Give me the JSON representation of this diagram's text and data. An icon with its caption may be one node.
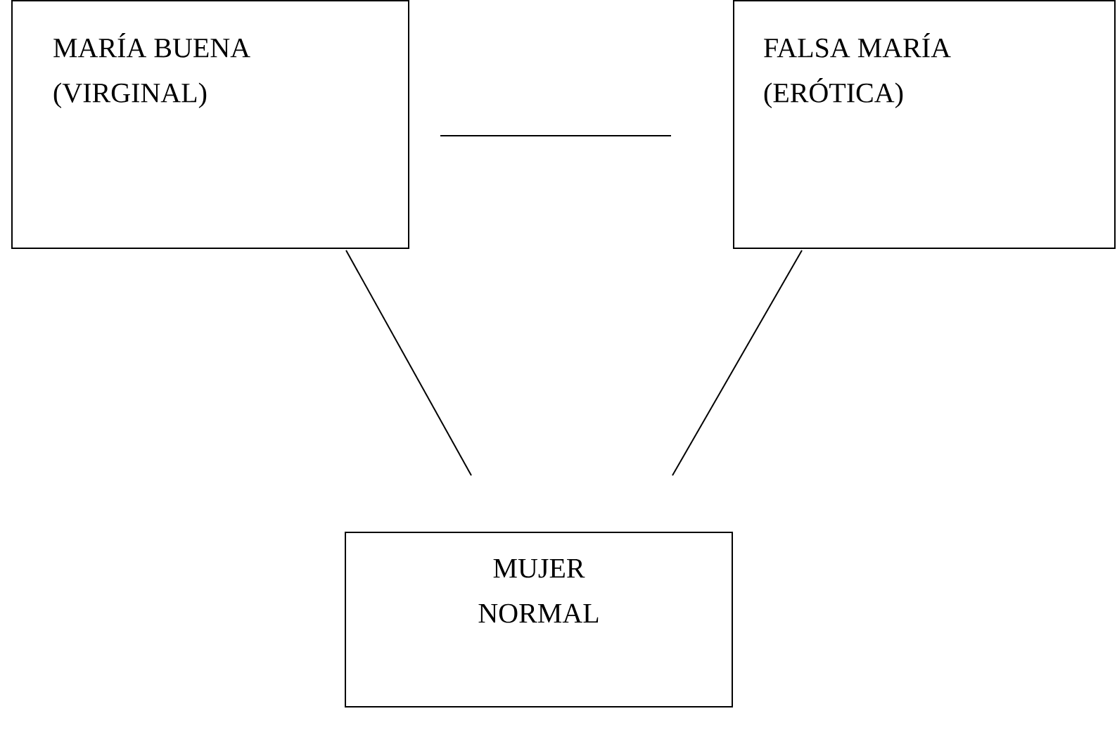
{
  "diagram": {
    "nodes": [
      {
        "text": [
          "MARÍA BUENA (VIRGINAL)"
        ]
      },
      {
        "text": [
          "FALSA MARÍA (ERÓTICA)"
        ]
      },
      {
        "text": [
          "MUJER NORMAL"
        ]
      }
    ],
    "edges": [
      {
        "from": 0,
        "to": 1,
        "arrow": "none"
      },
      {
        "from": 0,
        "to": 2,
        "arrow": "none"
      },
      {
        "from": 1,
        "to": 2,
        "arrow": "none"
      }
    ]
  }
}
